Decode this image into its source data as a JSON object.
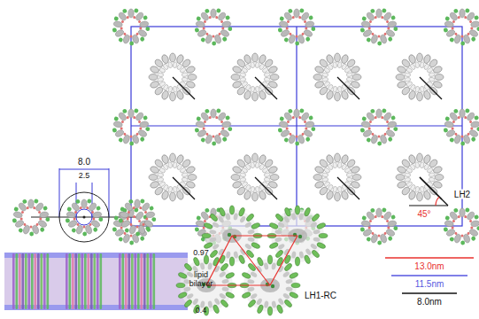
{
  "diagram": {
    "labels": [
      "8.0",
      "2.5",
      "0.97",
      "lipid bilayer",
      "0.4",
      "45°",
      "LH2",
      "LH1-RC"
    ],
    "legend": [
      {
        "text": "13.0nm"
      },
      {
        "text": "11.5nm"
      },
      {
        "text": "8.0nm"
      }
    ]
  }
}
